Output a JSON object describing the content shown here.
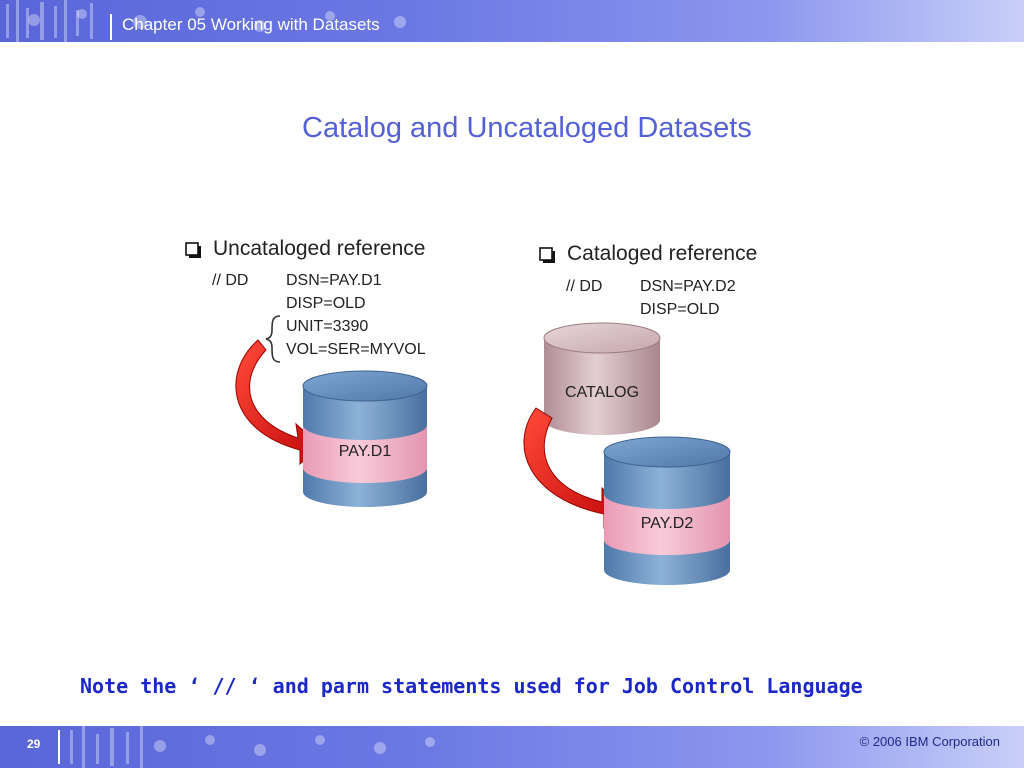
{
  "header": {
    "chapter_title": "Chapter 05 Working with Datasets"
  },
  "slide": {
    "title": "Catalog and Uncataloged Datasets",
    "note": "Note the ‘ // ‘ and parm statements used for Job Control Language"
  },
  "uncataloged": {
    "heading": "Uncataloged reference",
    "dd": "// DD",
    "params": [
      "DSN=PAY.D1",
      "DISP=OLD",
      "UNIT=3390",
      "VOL=SER=MYVOL"
    ],
    "dataset_label": "PAY.D1"
  },
  "cataloged": {
    "heading": "Cataloged reference",
    "dd": "// DD",
    "params": [
      "DSN=PAY.D2",
      "DISP=OLD"
    ],
    "catalog_label": "CATALOG",
    "dataset_label": "PAY.D2"
  },
  "footer": {
    "page_number": "29",
    "copyright": "© 2006 IBM Corporation"
  },
  "colors": {
    "title": "#5460d8",
    "note": "#1c27c8",
    "arrow": "#e01010",
    "cylinder_blue": "#6f98c4",
    "cylinder_band": "#f3b8cc",
    "catalog_cylinder": "#c9a8ae"
  }
}
